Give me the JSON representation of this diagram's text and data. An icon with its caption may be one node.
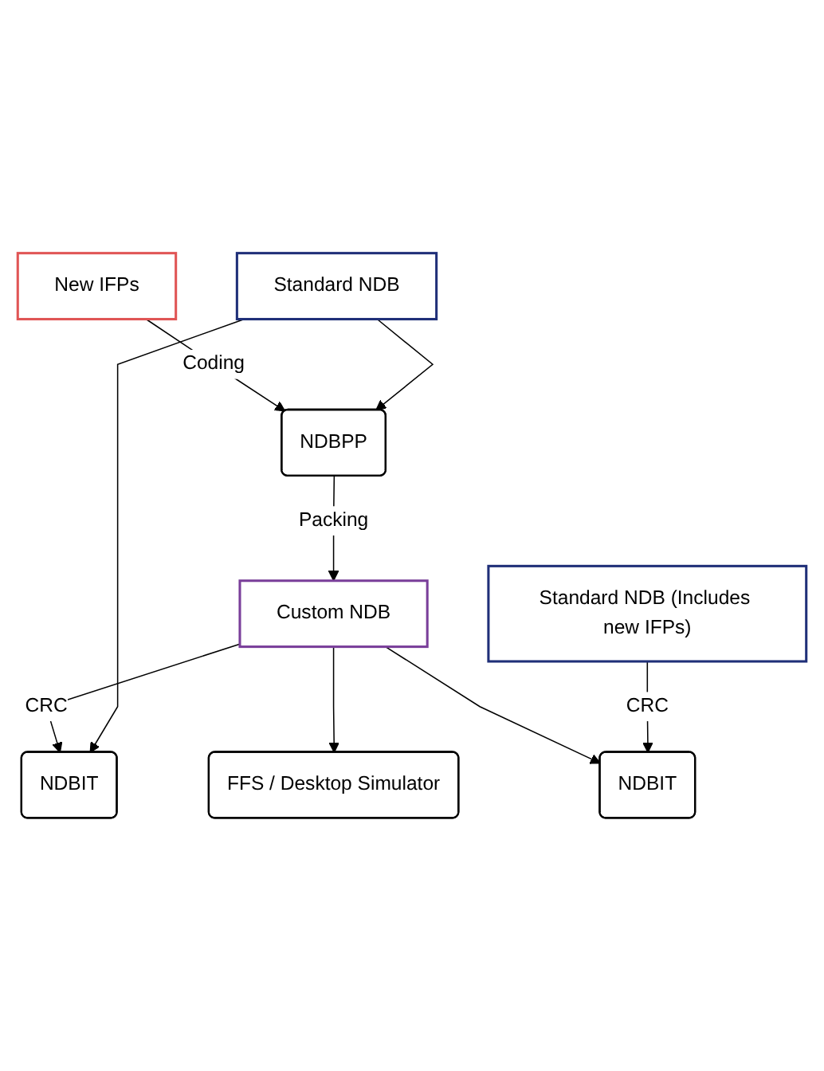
{
  "diagram": {
    "nodes": [
      {
        "text": [
          "New IFPs"
        ]
      },
      {
        "text": [
          "Standard NDB"
        ]
      },
      {
        "text": [
          "NDBPP"
        ]
      },
      {
        "text": [
          "Custom NDB"
        ]
      },
      {
        "text": [
          "NDBIT"
        ]
      },
      {
        "text": [
          "FFS / Desktop Simulator"
        ]
      },
      {
        "text": [
          "Standard NDB (Includes new IFPs)"
        ]
      },
      {
        "text": [
          "NDBIT"
        ]
      }
    ],
    "edges": [
      {
        "from": 0,
        "to": 2,
        "arrow": "to",
        "label": "Coding"
      },
      {
        "from": 1,
        "to": 2,
        "arrow": "to"
      },
      {
        "from": 2,
        "to": 3,
        "arrow": "to",
        "label": "Packing"
      },
      {
        "from": 3,
        "to": 4,
        "arrow": "to",
        "label": "CRC"
      },
      {
        "from": 1,
        "to": 4,
        "arrow": "to"
      },
      {
        "from": 3,
        "to": 5,
        "arrow": "to"
      },
      {
        "from": 3,
        "to": 7,
        "arrow": "to"
      },
      {
        "from": 6,
        "to": 7,
        "arrow": "to",
        "label": "CRC"
      }
    ]
  }
}
